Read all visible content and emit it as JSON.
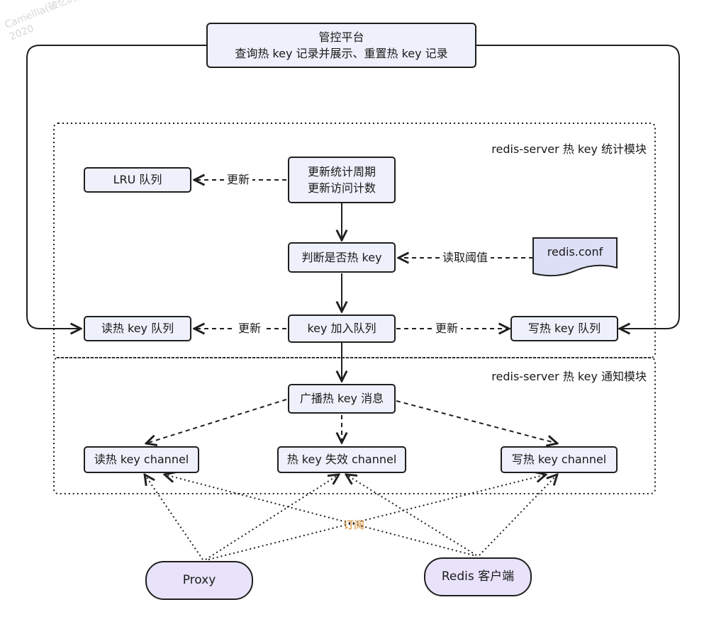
{
  "watermark": {
    "line1": "Camellia(破忆的)",
    "line2": "2020"
  },
  "control_platform": {
    "title": "管控平台",
    "subtitle": "查询热 key 记录并展示、重置热 key 记录"
  },
  "stats_module": {
    "title": "redis-server 热 key 统计模块"
  },
  "notify_module": {
    "title": "redis-server 热 key 通知模块"
  },
  "nodes": {
    "lru_queue": "LRU 队列",
    "update_cycle_line1": "更新统计周期",
    "update_cycle_line2": "更新访问计数",
    "judge_hot_key": "判断是否热 key",
    "redis_conf": "redis.conf",
    "read_hot_queue": "读热 key 队列",
    "add_to_queue": "key 加入队列",
    "write_hot_queue": "写热 key 队列",
    "broadcast": "广播热 key 消息",
    "read_channel": "读热 key channel",
    "invalid_channel": "热 key 失效 channel",
    "write_channel": "写热 key channel",
    "proxy": "Proxy",
    "redis_client": "Redis 客户端"
  },
  "edge_labels": {
    "update_lru": "更新",
    "read_threshold": "读取阈值",
    "update_read": "更新",
    "update_write": "更新",
    "subscribe": "订阅"
  },
  "colors": {
    "node_fill": "#eef0fb",
    "pill_fill": "#e8e3fa",
    "doc_fill": "#dcdff5",
    "stroke": "#1f1f1f",
    "subscribe_label": "#d98a2b"
  }
}
